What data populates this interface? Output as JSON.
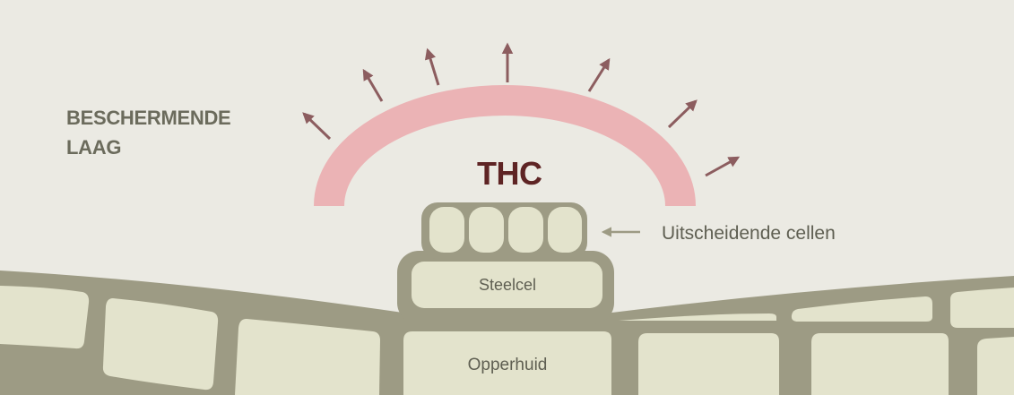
{
  "labels": {
    "protective_layer_line1": "BESCHERMENDE",
    "protective_layer_line2": "LAAG",
    "thc": "THC",
    "secretory_cells": "Uitscheidende cellen",
    "stalk_cell": "Steelcel",
    "epidermis": "Opperhuid"
  },
  "colors": {
    "background": "#ebeae3",
    "tissue_fill": "#9d9b84",
    "cell_fill": "#e3e3cc",
    "cap_arc": "#ebb3b5",
    "arrows": "#8c5d5f",
    "thc_text": "#5e2424",
    "pointer_arrow": "#9d9b84"
  }
}
